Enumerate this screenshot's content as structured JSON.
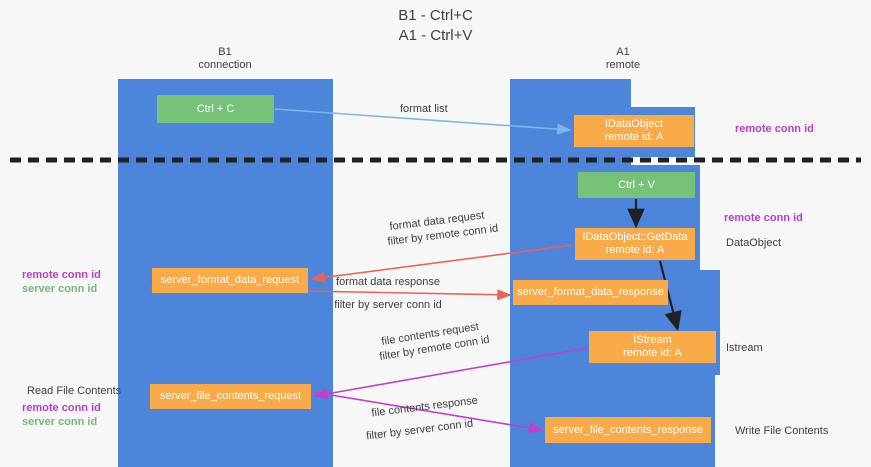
{
  "title": {
    "line1": "B1 - Ctrl+C",
    "line2": "A1 - Ctrl+V"
  },
  "lanes": [
    {
      "id": "b1",
      "name": "B1",
      "role": "connection"
    },
    {
      "id": "a1",
      "name": "A1",
      "role": "remote"
    }
  ],
  "nodes": {
    "ctrl_c": {
      "line1": "Ctrl + C",
      "line2": "",
      "color": "#77c178"
    },
    "idataobject": {
      "line1": "IDataObject",
      "line2": "remote id: A",
      "color": "#f9ab49"
    },
    "ctrl_v": {
      "line1": "Ctrl + V",
      "line2": "",
      "color": "#77c178"
    },
    "getdata": {
      "line1": "IDataObject::GetData",
      "line2": "remote id: A",
      "color": "#f9ab49"
    },
    "sfd_request": {
      "line1": "server_format_data_request",
      "line2": "",
      "color": "#f9ab49"
    },
    "sfd_response": {
      "line1": "server_format_data_response",
      "line2": "",
      "color": "#f9ab49"
    },
    "istream": {
      "line1": "IStream",
      "line2": "remote id: A",
      "color": "#f9ab49"
    },
    "sfc_request": {
      "line1": "server_file_contents_request",
      "line2": "",
      "color": "#f9ab49"
    },
    "sfc_response": {
      "line1": "server_file_contents_response",
      "line2": "",
      "color": "#f9ab49"
    }
  },
  "edges": {
    "format_list": {
      "label": "format list",
      "color": "#7fb5e8"
    },
    "format_data_request": {
      "label": "format data request",
      "filter_prefix": "filter by ",
      "filter_key": "remote conn id",
      "color": "#e8645a"
    },
    "format_data_response": {
      "label": "format data response",
      "filter_prefix": "filter by ",
      "filter_key": "server conn id",
      "color": "#e8645a"
    },
    "file_contents_request": {
      "label": "file contents request",
      "filter_prefix": "filter by ",
      "filter_key": "remote conn id",
      "color": "#c040c8"
    },
    "file_contents_response": {
      "label": "file contents response",
      "filter_prefix": "filter by ",
      "filter_key": "server conn id",
      "color": "#c040c8"
    }
  },
  "annotations": {
    "remote_conn_id_1": "remote conn id",
    "remote_conn_id_2": "remote conn id",
    "data_object": "DataObject",
    "istream": "Istream",
    "write_file_contents": "Write File Contents",
    "read_file_contents": "Read File Contents",
    "remote_conn_id_left_1": "remote conn id",
    "server_conn_id_left_1": "server conn id",
    "remote_conn_id_left_2": "remote conn id",
    "server_conn_id_left_2": "server conn id"
  },
  "colors": {
    "lane": "#4d85db",
    "green_node": "#77c178",
    "orange_node": "#f9ab49",
    "remote_key": "#b73fc8",
    "server_key": "#76b87a",
    "red_arrow": "#e8645a",
    "purple_arrow": "#c040c8",
    "blue_arrow": "#7fb5e8",
    "black_arrow": "#202124",
    "background": "#f7f7f7"
  }
}
